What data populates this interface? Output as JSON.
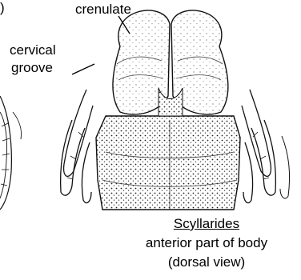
{
  "figure": {
    "part_marker": ")",
    "labels": {
      "crenulate": "crenulate",
      "cervical_line1": "cervical",
      "cervical_line2": "groove"
    },
    "caption": {
      "genus": "Scyllarides",
      "line2": "anterior part of body",
      "line3": "(dorsal view)"
    }
  }
}
